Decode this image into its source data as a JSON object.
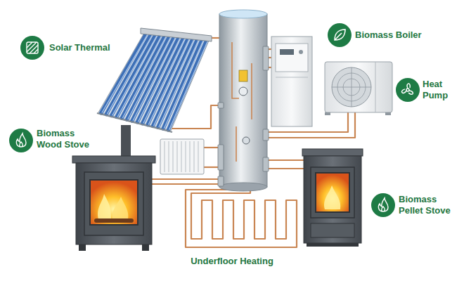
{
  "diagram": {
    "labels": [
      "Solar Thermal",
      "Biomass Boiler",
      "Heat Pump",
      "Biomass Wood Stove",
      "Biomass Pellet Stove",
      "Underfloor Heating"
    ]
  }
}
